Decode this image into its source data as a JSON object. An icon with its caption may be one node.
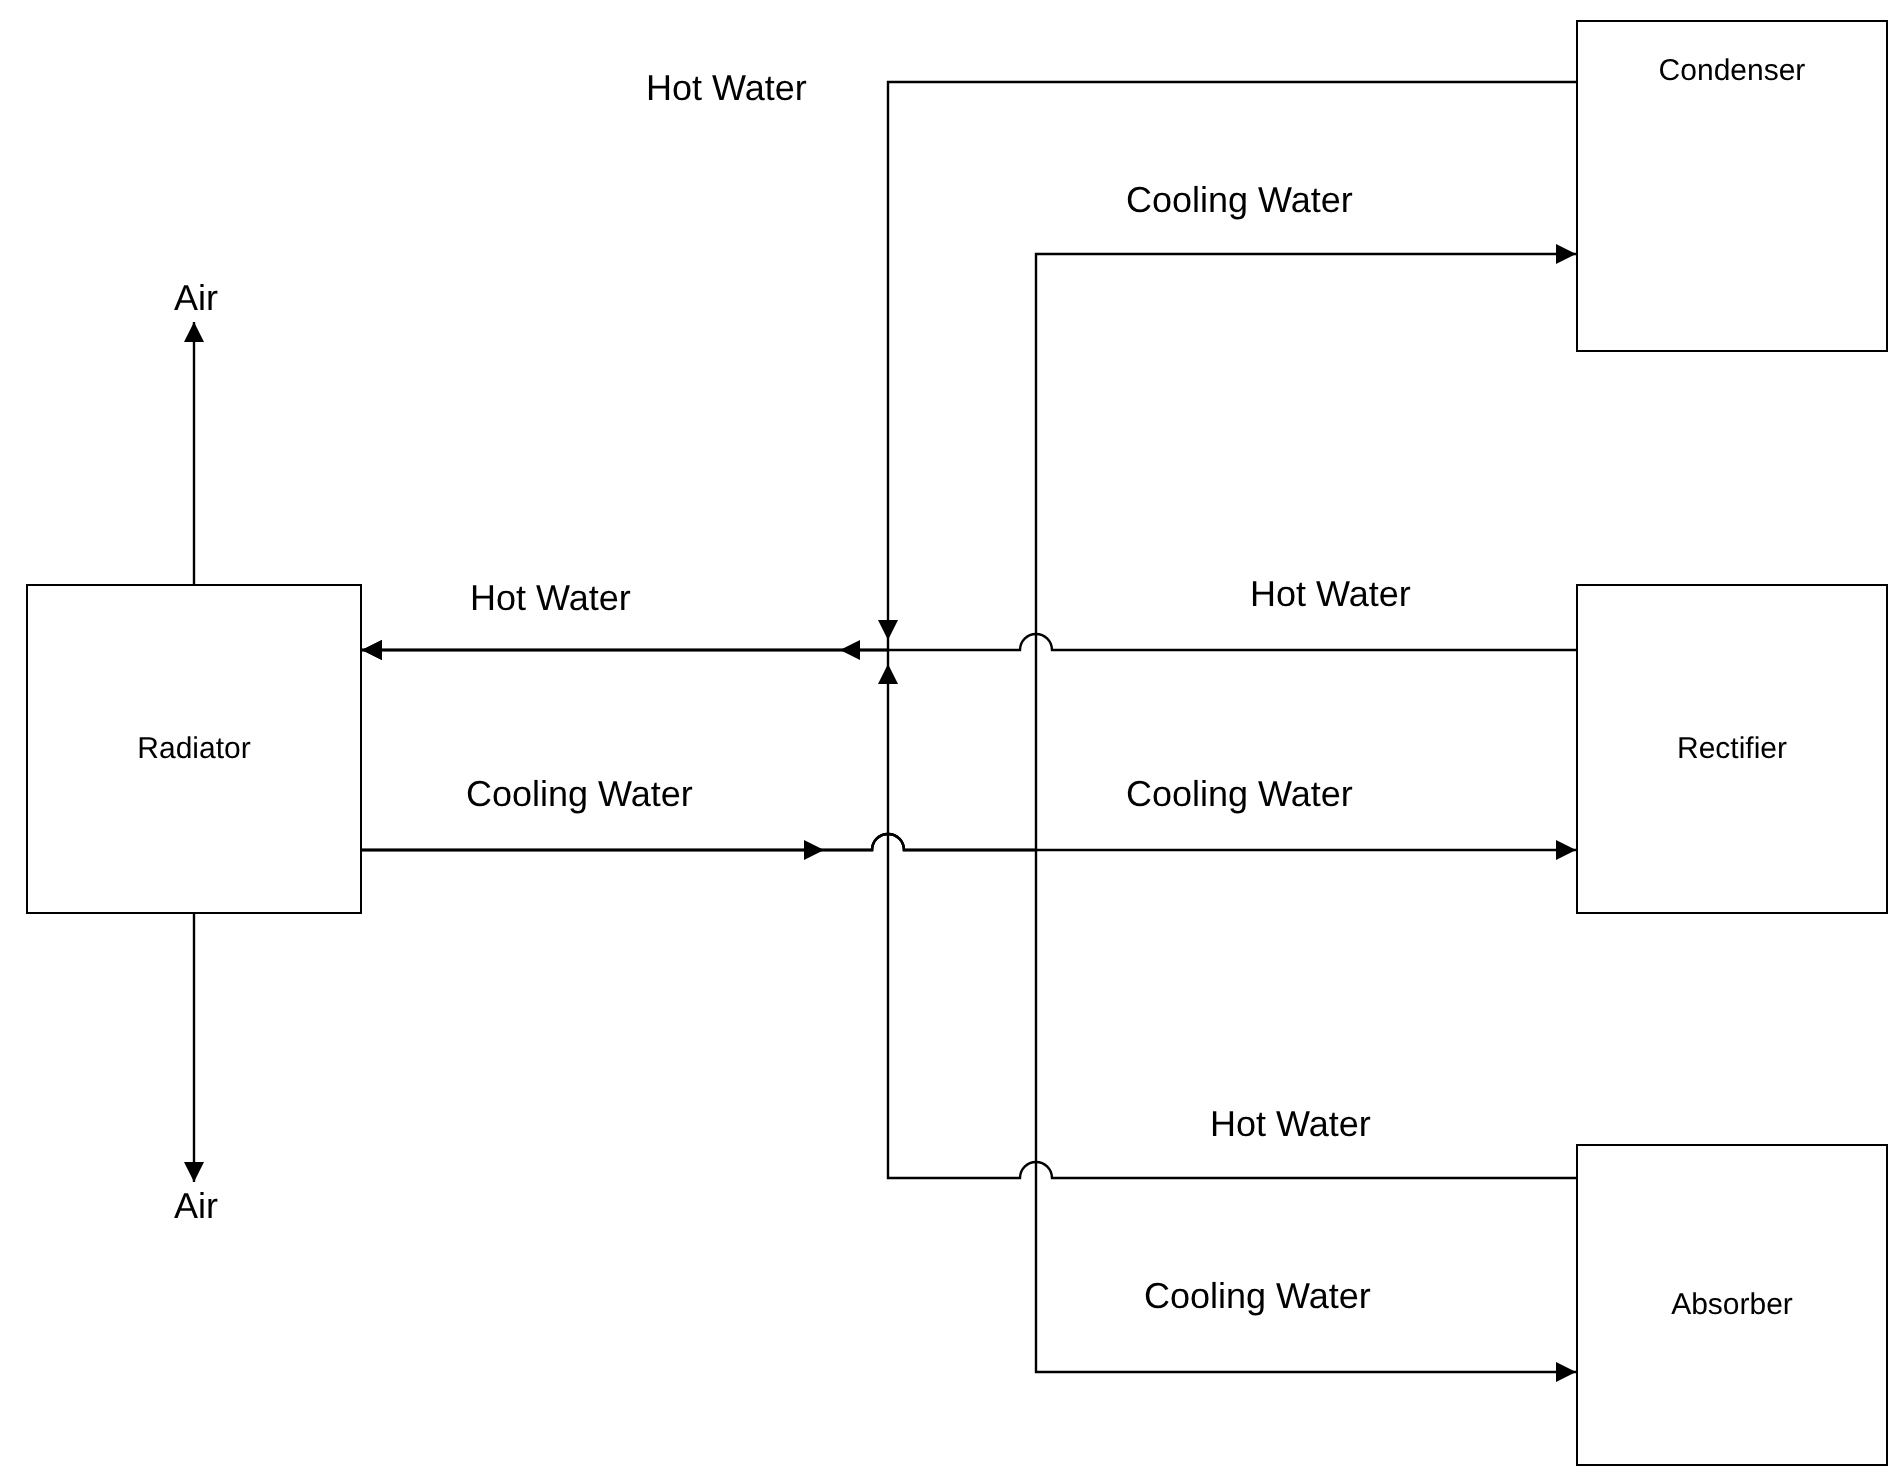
{
  "diagram": {
    "nodes": [
      {
        "text": [
          "Condenser"
        ]
      },
      {
        "text": [
          "Air"
        ]
      },
      {
        "text": [
          "Radiator"
        ]
      },
      {
        "text": [
          "Rectifier"
        ]
      },
      {
        "text": [
          "Air"
        ]
      },
      {
        "text": [
          "Absorber"
        ]
      }
    ],
    "edges": [
      {
        "from": 2,
        "to": 1,
        "arrow": "to"
      },
      {
        "from": 2,
        "to": 4,
        "arrow": "to"
      },
      {
        "from": 0,
        "to": 2,
        "arrow": "to",
        "label": "Hot Water"
      },
      {
        "from": 3,
        "to": 2,
        "arrow": "to",
        "label": "Hot Water"
      },
      {
        "from": 5,
        "to": 2,
        "arrow": "to",
        "label": "Hot Water"
      },
      {
        "from": 2,
        "to": 0,
        "arrow": "to",
        "label": "Cooling Water"
      },
      {
        "from": 2,
        "to": 3,
        "arrow": "to",
        "label": "Cooling Water"
      },
      {
        "from": 2,
        "to": 5,
        "arrow": "to",
        "label": "Cooling Water"
      }
    ],
    "labels": [
      "Hot Water",
      "Cooling Water"
    ]
  }
}
